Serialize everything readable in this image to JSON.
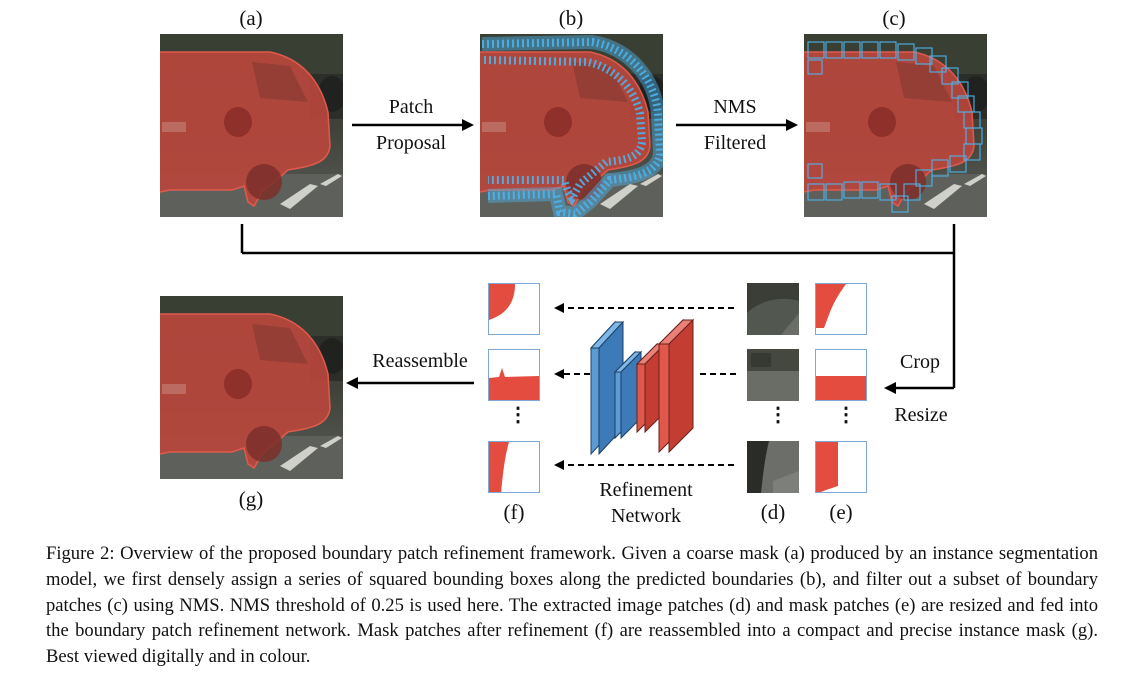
{
  "figure": {
    "panel_labels": {
      "a": "(a)",
      "b": "(b)",
      "c": "(c)",
      "d": "(d)",
      "e": "(e)",
      "f": "(f)",
      "g": "(g)"
    },
    "arrow_labels": {
      "patch": "Patch",
      "proposal": "Proposal",
      "nms": "NMS",
      "filtered": "Filtered",
      "crop": "Crop",
      "resize": "Resize",
      "reassemble": "Reassemble",
      "refinement": "Refinement",
      "network": "Network"
    },
    "ellipsis": "⋮"
  },
  "caption": {
    "text": "Figure 2: Overview of the proposed boundary patch refinement framework. Given a coarse mask (a) produced by an instance segmentation model, we first densely assign a series of squared bounding boxes along the predicted boundaries (b), and filter out a subset of boundary patches (c) using NMS. NMS threshold of 0.25 is used here. The extracted image patches (d) and mask patches (e) are resized and fed into the boundary patch refinement network. Mask patches after refinement (f) are reassembled into a compact and precise instance mask (g). Best viewed digitally and in colour."
  },
  "colors": {
    "mask_red": "#d0473f",
    "box_blue": "#4eb3ea",
    "net_blue": "#4f8fc9",
    "net_red": "#d2463f"
  }
}
